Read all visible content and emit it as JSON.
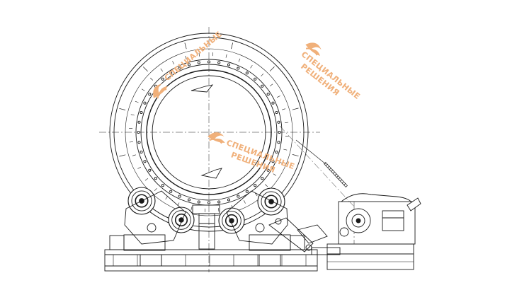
{
  "drawing": {
    "line_color": "#1a1a1a",
    "background": "#ffffff"
  },
  "watermark": {
    "line1": "СПЕЦИАЛЬНЫЕ",
    "line2": "РЕШЕНИЯ",
    "color": "#f0b07a",
    "logo": "wave-logo"
  }
}
